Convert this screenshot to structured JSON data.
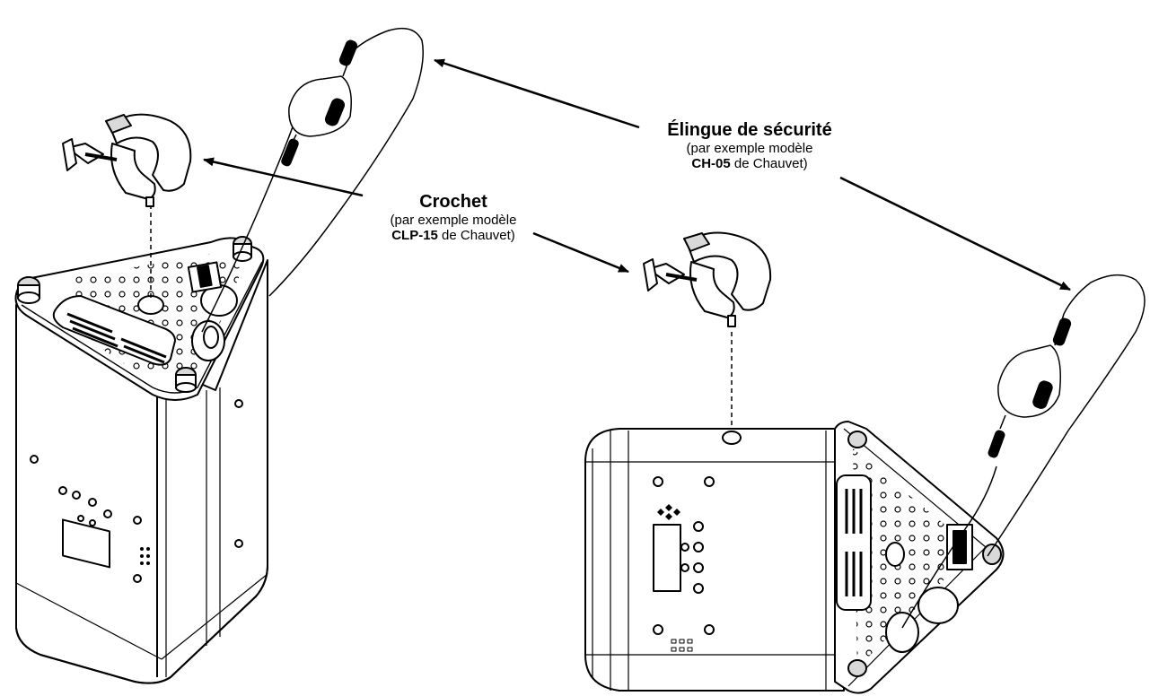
{
  "labels": {
    "safety": {
      "title": "Élingue de sécurité",
      "sub": "(par exemple modèle",
      "model": "CH-05",
      "suffix": " de Chauvet)"
    },
    "hook": {
      "title": "Crochet",
      "sub": "(par exemple modèle",
      "model": "CLP-15",
      "suffix": " de Chauvet)"
    }
  },
  "colors": {
    "line": "#000000",
    "fill": "#ffffff",
    "shade": "#d9d9d9"
  }
}
